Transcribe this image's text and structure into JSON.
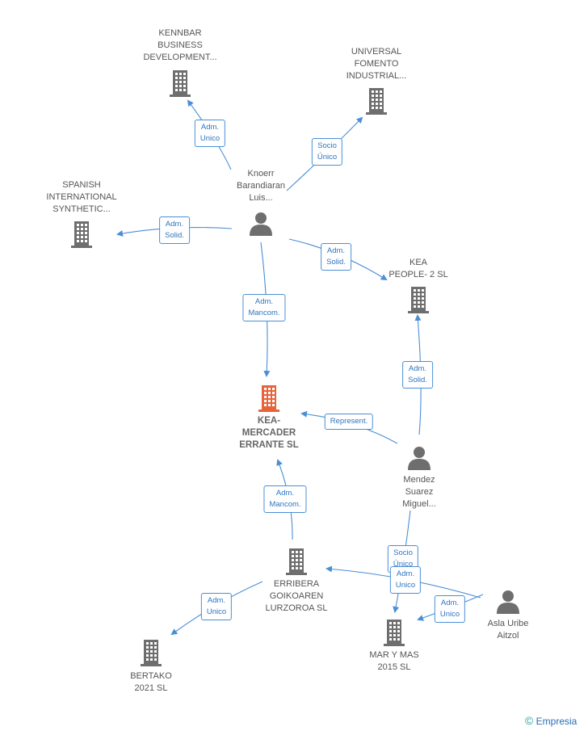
{
  "colors": {
    "edge": "#4a8fd6",
    "building": "#6e6e6e",
    "focus_building": "#e8623a",
    "person": "#6e6e6e"
  },
  "nodes": [
    {
      "id": "kennbar",
      "type": "company",
      "label": "KENNBAR\nBUSINESS\nDEVELOPMENT..."
    },
    {
      "id": "universal",
      "type": "company",
      "label": "UNIVERSAL\nFOMENTO\nINDUSTRIAL..."
    },
    {
      "id": "spanish",
      "type": "company",
      "label": "SPANISH\nINTERNATIONAL\nSYNTHETIC..."
    },
    {
      "id": "knoerr",
      "type": "person",
      "label": "Knoerr\nBarandiaran\nLuis..."
    },
    {
      "id": "keapeople",
      "type": "company",
      "label": "KEA\nPEOPLE- 2  SL"
    },
    {
      "id": "keamercader",
      "type": "focus",
      "label": "KEA-\nMERCADER\nERRANTE  SL"
    },
    {
      "id": "mendez",
      "type": "person",
      "label": "Mendez\nSuarez\nMiguel..."
    },
    {
      "id": "erribera",
      "type": "company",
      "label": "ERRIBERA\nGOIKOAREN\nLURZOROA SL"
    },
    {
      "id": "asla",
      "type": "person",
      "label": "Asla Uribe\nAitzol"
    },
    {
      "id": "bertako",
      "type": "company",
      "label": "BERTAKO\n2021  SL"
    },
    {
      "id": "maryymas",
      "type": "company",
      "label": "MAR Y MAS\n2015  SL"
    }
  ],
  "relations": [
    {
      "id": "r1",
      "label": "Adm.\nUnico"
    },
    {
      "id": "r2",
      "label": "Socio\nÚnico"
    },
    {
      "id": "r3",
      "label": "Adm.\nSolid."
    },
    {
      "id": "r4",
      "label": "Adm.\nSolid."
    },
    {
      "id": "r5",
      "label": "Adm.\nMancom."
    },
    {
      "id": "r6",
      "label": "Adm.\nSolid."
    },
    {
      "id": "r7",
      "label": "Represent."
    },
    {
      "id": "r8",
      "label": "Adm.\nMancom."
    },
    {
      "id": "r9",
      "label": "Adm.\nUnico"
    },
    {
      "id": "r10",
      "label": "Adm.\nUnico"
    },
    {
      "id": "r11",
      "label": "Socio\nÚnico"
    },
    {
      "id": "r12",
      "label": "Adm.\nUnico"
    }
  ],
  "brand": {
    "symbol": "©",
    "name": "Empresia"
  }
}
